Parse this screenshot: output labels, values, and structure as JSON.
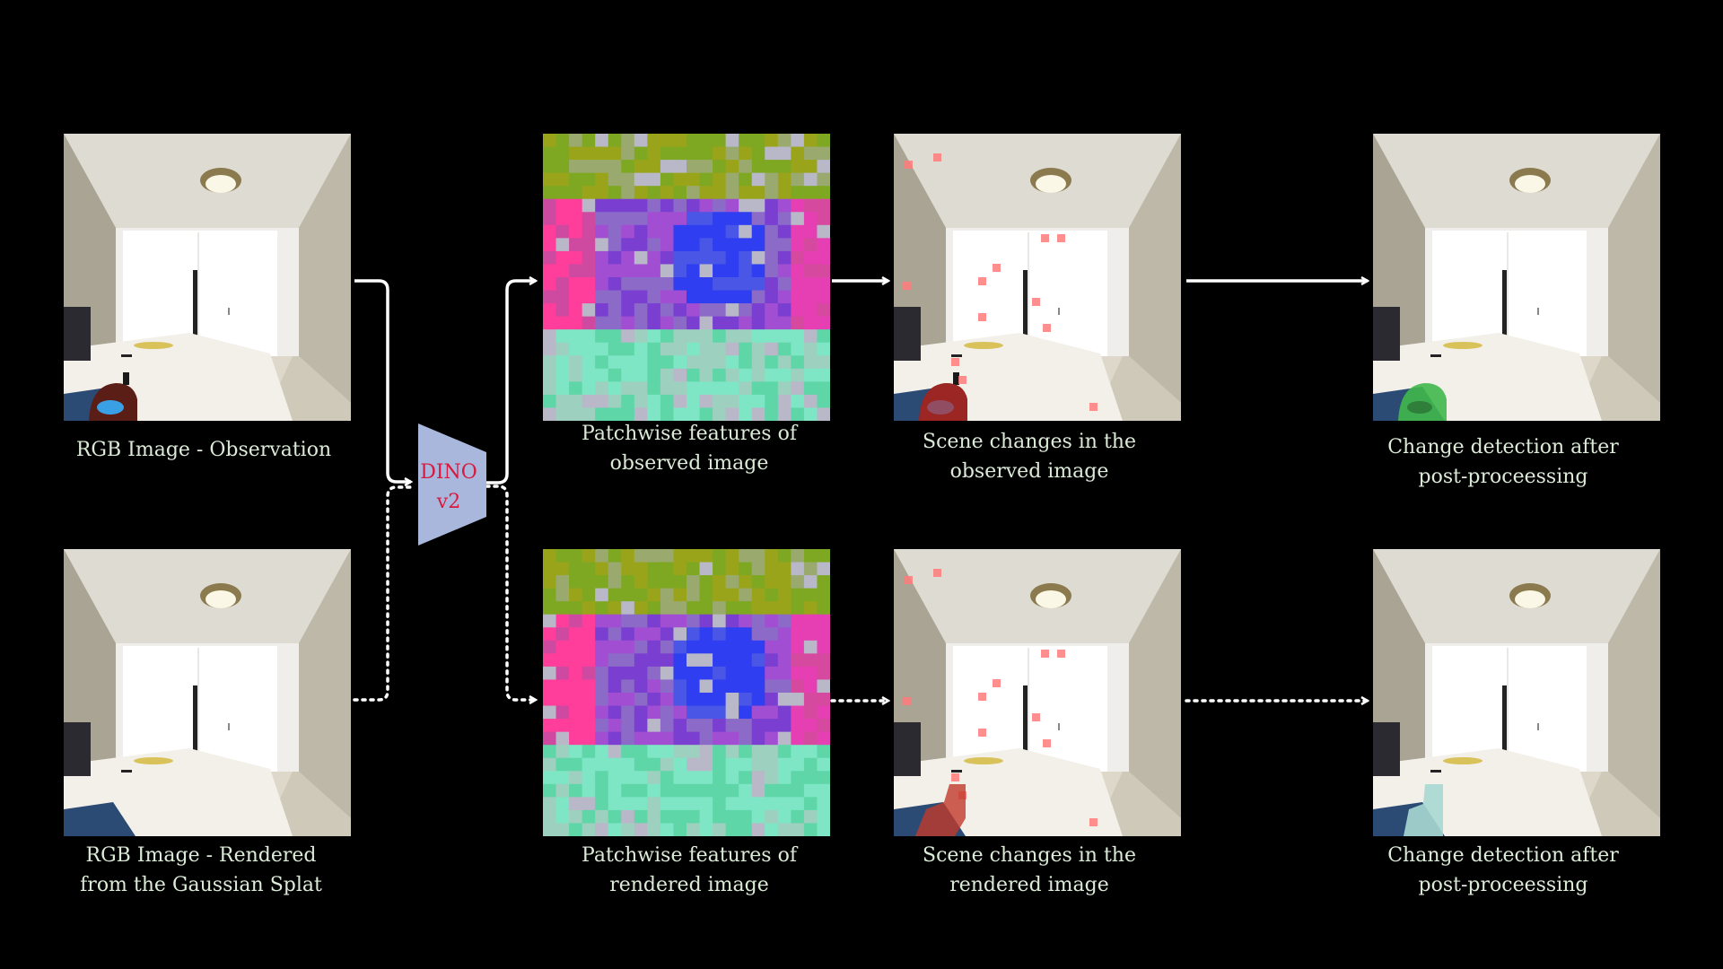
{
  "colors": {
    "background": "#000000",
    "caption_text": "#dcebd8",
    "arrow": "#ffffff",
    "dino_fill": "#a9b7dc",
    "dino_text": "#d9193f",
    "change_patch": "#ff7b7b",
    "detection_green": "#3fb84b",
    "detection_teal": "#a9d8d2"
  },
  "dino": {
    "line1": "DINO",
    "line2": "v2"
  },
  "panels": [
    {
      "id": "obs-rgb",
      "type": "room",
      "variant": "observation",
      "caption": [
        "RGB Image - Observation"
      ]
    },
    {
      "id": "rend-rgb",
      "type": "room",
      "variant": "rendered",
      "caption": [
        "RGB Image - Rendered",
        "from the Gaussian Splat"
      ]
    },
    {
      "id": "obs-feat",
      "type": "features",
      "variant": "observed",
      "caption": [
        "Patchwise features of",
        "observed image"
      ]
    },
    {
      "id": "rend-feat",
      "type": "features",
      "variant": "rendered",
      "caption": [
        "Patchwise features of",
        "rendered image"
      ]
    },
    {
      "id": "obs-changes",
      "type": "room",
      "variant": "obs-changes",
      "caption": [
        "Scene changes in the",
        "observed image"
      ]
    },
    {
      "id": "rend-changes",
      "type": "room",
      "variant": "rend-changes",
      "caption": [
        "Scene changes in the",
        "rendered image"
      ]
    },
    {
      "id": "obs-detect",
      "type": "room",
      "variant": "obs-detect",
      "caption": [
        "Change detection after",
        "post-proceessing"
      ]
    },
    {
      "id": "rend-detect",
      "type": "room",
      "variant": "rend-detect",
      "caption": [
        "Change detection after",
        "post-proceessing"
      ]
    }
  ]
}
